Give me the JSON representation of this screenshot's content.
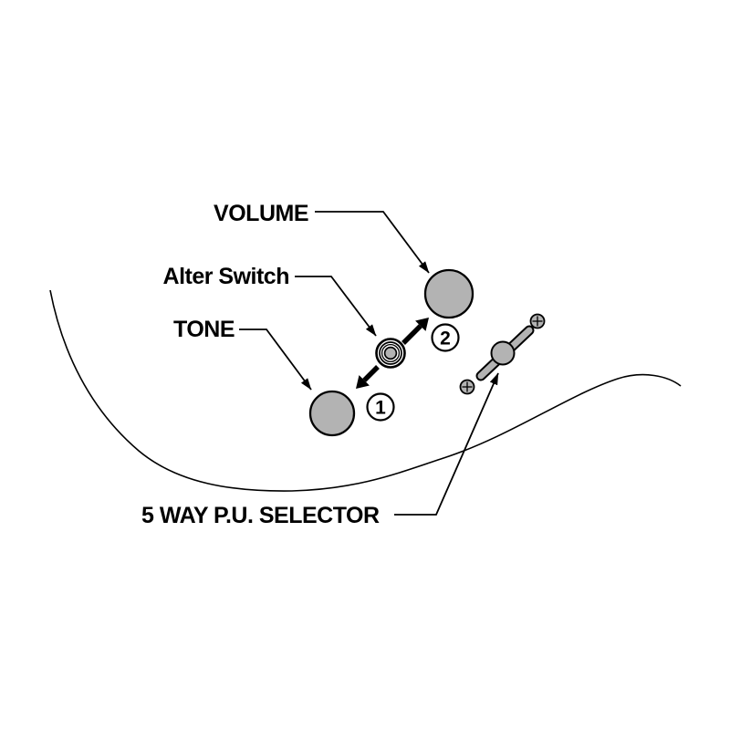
{
  "diagram": {
    "type": "guitar-controls-callout-diagram",
    "labels": {
      "volume": "VOLUME",
      "alter_switch": "Alter Switch",
      "tone": "TONE",
      "selector": "5 WAY P.U. SELECTOR"
    },
    "step_markers": {
      "one": "1",
      "two": "2"
    },
    "colors": {
      "background": "#ffffff",
      "outline": "#000000",
      "knob_fill": "#b3b3b3"
    }
  }
}
